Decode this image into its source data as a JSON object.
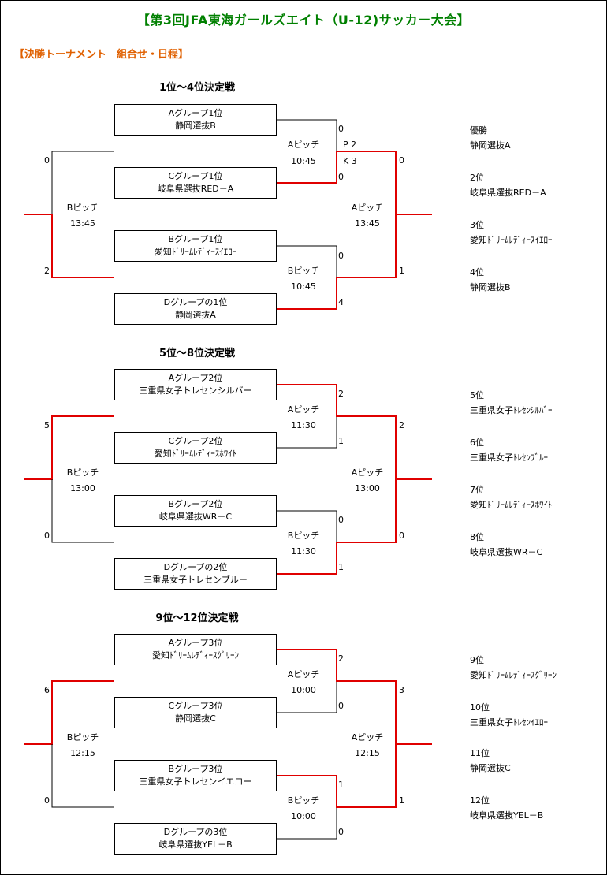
{
  "title": "【第3回JFA東海ガールズエイト（U-12)サッカー大会】",
  "subtitle": "【決勝トーナメント　組合せ・日程】",
  "sections": [
    {
      "heading": "1位～4位決定戦",
      "teams": [
        {
          "group": "Aグループ1位",
          "name": "静岡選抜B"
        },
        {
          "group": "Cグループ1位",
          "name": "岐阜県選抜RED－A"
        },
        {
          "group": "Bグループ1位",
          "name": "愛知ﾄﾞﾘｰﾑﾚﾃﾞｨｰｽｲｴﾛｰ"
        },
        {
          "group": "Dグループの1位",
          "name": "静岡選抜A"
        }
      ],
      "match_top": {
        "pitch": "Aピッチ",
        "time": "10:45",
        "score_a": "0",
        "score_b": "0",
        "pk_1": "P 2",
        "pk_2": "K 3"
      },
      "match_bottom": {
        "pitch": "Bピッチ",
        "time": "10:45",
        "score_a": "0",
        "score_b": "4"
      },
      "match_left": {
        "pitch": "Bピッチ",
        "time": "13:45",
        "score_a": "0",
        "score_b": "2"
      },
      "match_right": {
        "pitch": "Aピッチ",
        "time": "13:45",
        "score_a": "0",
        "score_b": "1"
      },
      "results": [
        {
          "rank": "優勝",
          "team": "静岡選抜A"
        },
        {
          "rank": "2位",
          "team": "岐阜県選抜RED－A"
        },
        {
          "rank": "3位",
          "team": "愛知ﾄﾞﾘｰﾑﾚﾃﾞｨｰｽｲｴﾛｰ"
        },
        {
          "rank": "4位",
          "team": "静岡選抜B"
        }
      ]
    },
    {
      "heading": "5位～8位決定戦",
      "teams": [
        {
          "group": "Aグループ2位",
          "name": "三重県女子トレセンシルバー"
        },
        {
          "group": "Cグループ2位",
          "name": "愛知ﾄﾞﾘｰﾑﾚﾃﾞｨｰｽﾎﾜｲﾄ"
        },
        {
          "group": "Bグループ2位",
          "name": "岐阜県選抜WR－C"
        },
        {
          "group": "Dグループの2位",
          "name": "三重県女子トレセンブルー"
        }
      ],
      "match_top": {
        "pitch": "Aピッチ",
        "time": "11:30",
        "score_a": "2",
        "score_b": "1"
      },
      "match_bottom": {
        "pitch": "Bピッチ",
        "time": "11:30",
        "score_a": "0",
        "score_b": "1"
      },
      "match_left": {
        "pitch": "Bピッチ",
        "time": "13:00",
        "score_a": "5",
        "score_b": "0"
      },
      "match_right": {
        "pitch": "Aピッチ",
        "time": "13:00",
        "score_a": "2",
        "score_b": "0"
      },
      "results": [
        {
          "rank": "5位",
          "team": "三重県女子ﾄﾚｾﾝｼﾙﾊﾞｰ"
        },
        {
          "rank": "6位",
          "team": "三重県女子ﾄﾚｾﾝﾌﾞﾙｰ"
        },
        {
          "rank": "7位",
          "team": "愛知ﾄﾞﾘｰﾑﾚﾃﾞｨｰｽﾎﾜｲﾄ"
        },
        {
          "rank": "8位",
          "team": "岐阜県選抜WR－C"
        }
      ]
    },
    {
      "heading": "9位～12位決定戦",
      "teams": [
        {
          "group": "Aグループ3位",
          "name": "愛知ﾄﾞﾘｰﾑﾚﾃﾞｨｰｽｸﾞﾘｰﾝ"
        },
        {
          "group": "Cグループ3位",
          "name": "静岡選抜C"
        },
        {
          "group": "Bグループ3位",
          "name": "三重県女子トレセンイエロー"
        },
        {
          "group": "Dグループの3位",
          "name": "岐阜県選抜YEL－B"
        }
      ],
      "match_top": {
        "pitch": "Aピッチ",
        "time": "10:00",
        "score_a": "2",
        "score_b": "0"
      },
      "match_bottom": {
        "pitch": "Bピッチ",
        "time": "10:00",
        "score_a": "1",
        "score_b": "0"
      },
      "match_left": {
        "pitch": "Bピッチ",
        "time": "12:15",
        "score_a": "6",
        "score_b": "0"
      },
      "match_right": {
        "pitch": "Aピッチ",
        "time": "12:15",
        "score_a": "3",
        "score_b": "1"
      },
      "results": [
        {
          "rank": "9位",
          "team": "愛知ﾄﾞﾘｰﾑﾚﾃﾞｨｰｽｸﾞﾘｰﾝ"
        },
        {
          "rank": "10位",
          "team": "三重県女子ﾄﾚｾﾝｲｴﾛｰ"
        },
        {
          "rank": "11位",
          "team": "静岡選抜C"
        },
        {
          "rank": "12位",
          "team": "岐阜県選抜YEL－B"
        }
      ]
    }
  ]
}
